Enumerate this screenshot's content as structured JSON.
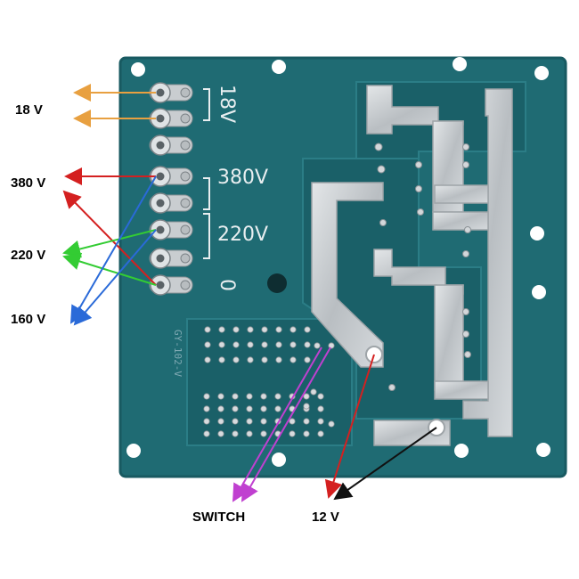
{
  "labels": {
    "left_18v": "18 V",
    "left_380v": "380 V",
    "left_220v": "220 V",
    "left_160v": "160 V",
    "switch": "SWITCH",
    "out_12v": "12 V"
  },
  "silkscreen": {
    "v18": "18V",
    "v380": "380V",
    "v220": "220V",
    "zero": "0",
    "part_code": "GY-102-V"
  },
  "colors": {
    "board": "#1f6b73",
    "board_dark": "#17565d",
    "copper": "#c9cdd0",
    "arrow_18v": "#e8a040",
    "arrow_380v": "#d42020",
    "arrow_220v": "#33cc33",
    "arrow_160v": "#2a6ad8",
    "arrow_switch": "#c040d0",
    "arrow_12v_red": "#d42020",
    "arrow_12v_black": "#111111"
  }
}
